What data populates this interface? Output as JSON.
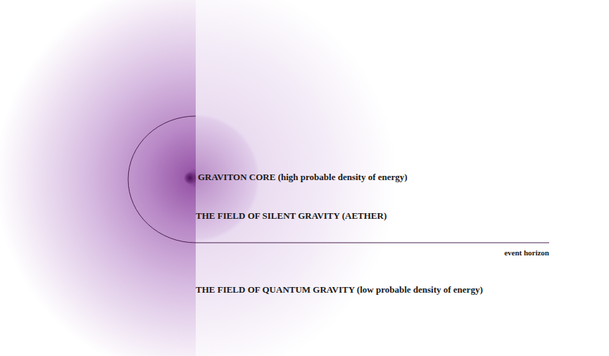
{
  "diagram": {
    "labels": [
      "GRAVITON CORE (high probable density of energy)",
      "THE FIELD OF SILENT GRAVITY (AETHER)",
      "event horizon",
      "THE FIELD OF QUANTUM GRAVITY (low probable density of energy)"
    ]
  }
}
